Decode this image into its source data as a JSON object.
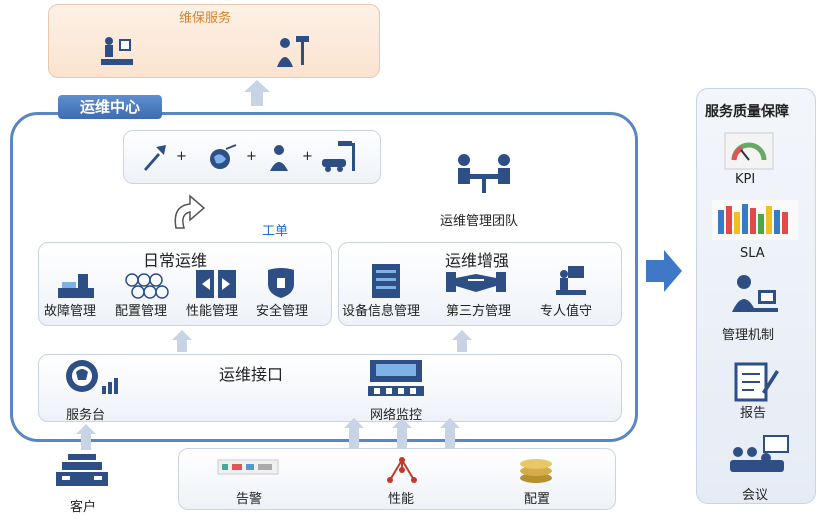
{
  "top_box": {
    "title": "维保服务",
    "icons": [
      "technician-desk-icon",
      "repair-worker-icon"
    ]
  },
  "ops_center": {
    "title": "运维中心",
    "tools_row": {
      "icons": [
        "wrench-icon",
        "globe-network-icon",
        "person-icon",
        "vehicle-signal-icon"
      ],
      "plus": "+"
    },
    "team_label": "运维管理团队",
    "workorder_label": "工单",
    "daily": {
      "title": "日常运维",
      "items": [
        {
          "label": "故障管理",
          "icon": "fault-machine-icon"
        },
        {
          "label": "配置管理",
          "icon": "config-hex-icon"
        },
        {
          "label": "性能管理",
          "icon": "performance-arrows-icon"
        },
        {
          "label": "安全管理",
          "icon": "security-shield-icon"
        }
      ]
    },
    "enhance": {
      "title": "运维增强",
      "items": [
        {
          "label": "设备信息管理",
          "icon": "server-icon"
        },
        {
          "label": "第三方管理",
          "icon": "handshake-icon"
        },
        {
          "label": "专人值守",
          "icon": "duty-person-icon"
        }
      ]
    },
    "interface": {
      "title": "运维接口",
      "items": [
        {
          "label": "服务台",
          "icon": "service-desk-icon"
        },
        {
          "label": "网络监控",
          "icon": "network-monitor-icon"
        }
      ]
    }
  },
  "bottom": {
    "customer_label": "客户",
    "items": [
      {
        "label": "告警",
        "icon": "alert-icon"
      },
      {
        "label": "性能",
        "icon": "performance-network-icon"
      },
      {
        "label": "配置",
        "icon": "config-coins-icon"
      }
    ]
  },
  "quality": {
    "title": "服务质量保障",
    "items": [
      {
        "label": "KPI",
        "icon": "kpi-gauge-icon"
      },
      {
        "label": "SLA",
        "icon": "sla-chart-icon"
      },
      {
        "label": "管理机制",
        "icon": "management-icon"
      },
      {
        "label": "报告",
        "icon": "report-icon"
      },
      {
        "label": "会议",
        "icon": "meeting-icon"
      }
    ]
  },
  "colors": {
    "accent": "#4f7bbd",
    "frame": "#5a86c4",
    "peach": "#fbe7d6",
    "orange_text": "#d9822b",
    "blue_text": "#1f6fd6"
  }
}
